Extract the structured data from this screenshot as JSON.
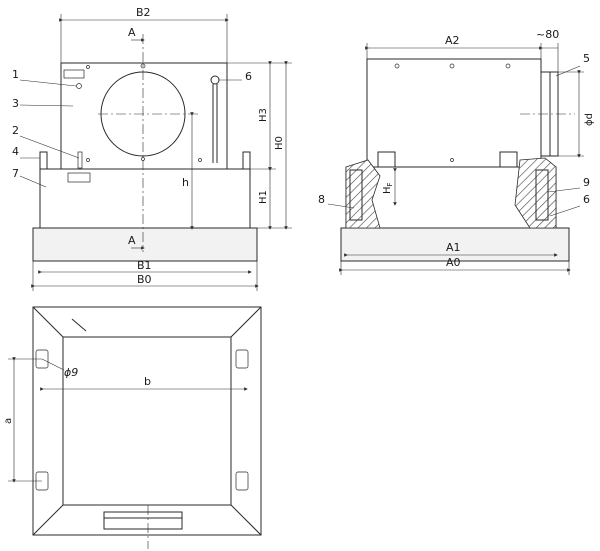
{
  "front_view": {
    "dims": {
      "B2": "B2",
      "B1": "B1",
      "B0": "B0",
      "H3": "H3",
      "H0": "H0",
      "H1": "H1",
      "h": "h"
    },
    "section_marks": {
      "top": "A",
      "bottom": "A"
    },
    "callouts": [
      "1",
      "2",
      "3",
      "4",
      "7",
      "6"
    ]
  },
  "side_view": {
    "dims": {
      "A2": "A2",
      "A1": "A1",
      "A0": "A0",
      "d": "ϕd",
      "hf": "H",
      "hf_sub": "F",
      "spigot": "~80"
    },
    "callouts": [
      "5",
      "9",
      "8",
      "6"
    ]
  },
  "plan_view": {
    "dims": {
      "a": "a",
      "b": "b",
      "hole": "ϕ9"
    }
  },
  "colors": {
    "line": "#2a2a2a",
    "base_fill": "#f2f2f2"
  }
}
